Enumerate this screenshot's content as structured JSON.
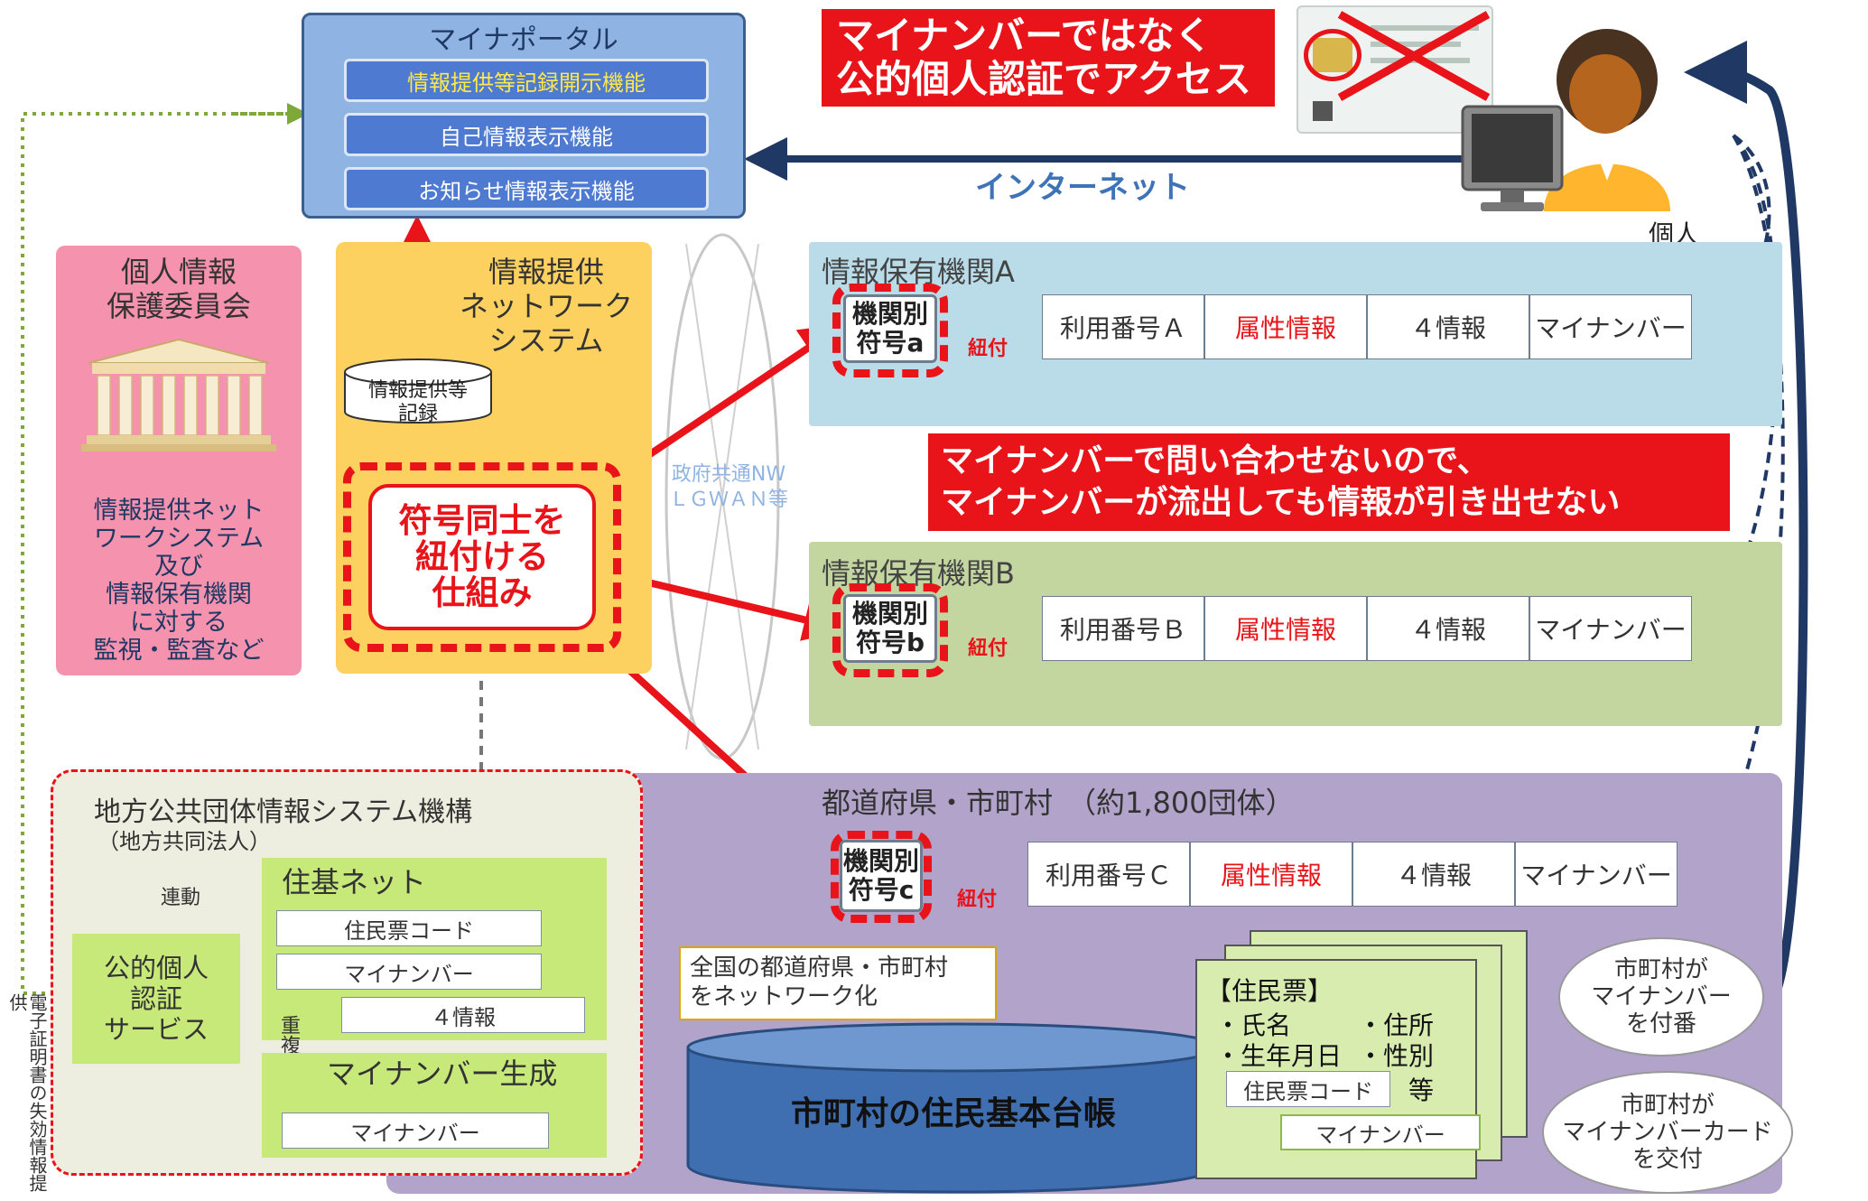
{
  "myna_portal": {
    "title": "マイナポータル",
    "features": [
      "情報提供等記録開示機能",
      "自己情報表示機能",
      "お知らせ情報表示機能"
    ]
  },
  "access_banner": {
    "line1": "マイナンバーではなく",
    "line2": "公的個人認証でアクセス"
  },
  "internet_label": "インターネット",
  "person_label": "個人",
  "ppc": {
    "title_line1": "個人情報",
    "title_line2": "保護委員会",
    "desc_lines": [
      "情報提供ネット",
      "ワークシステム",
      "及び",
      "情報保有機関",
      "に対する",
      "監視・監査など"
    ]
  },
  "info_network": {
    "title_lines": [
      "情報提供",
      "ネットワーク",
      "システム"
    ],
    "record_lines": [
      "情報提供等",
      "記録"
    ],
    "core_lines": [
      "符号同士を",
      "紐付ける",
      "仕組み"
    ]
  },
  "gov_network_lines": [
    "政府共通NW",
    "ＬＧＷＡＮ等"
  ],
  "holder_a": {
    "title": "情報保有機関A",
    "code_lines": [
      "機関別",
      "符号a"
    ],
    "link": "紐付",
    "cells": [
      "利用番号Ａ",
      "属性情報",
      "４情報",
      "マイナンバー"
    ]
  },
  "holder_b": {
    "title": "情報保有機関B",
    "code_lines": [
      "機関別",
      "符号b"
    ],
    "link": "紐付",
    "cells": [
      "利用番号Ｂ",
      "属性情報",
      "４情報",
      "マイナンバー"
    ]
  },
  "middle_banner": {
    "line1": "マイナンバーで問い合わせないので、",
    "line2": "マイナンバーが流出しても情報が引き出せない"
  },
  "municipal": {
    "title": "都道府県・市町村　（約1,800団体）",
    "code_lines": [
      "機関別",
      "符号c"
    ],
    "link": "紐付",
    "cells": [
      "利用番号Ｃ",
      "属性情報",
      "４情報",
      "マイナンバー"
    ]
  },
  "jlis": {
    "title": "地方公共団体情報システム機構",
    "subtitle": "（地方共同法人）",
    "linkage": "連動",
    "jpki_lines": [
      "公的個人",
      "認証",
      "サービス"
    ],
    "juki_title": "住基ネット",
    "juki_items": [
      "住民票コード",
      "マイナンバー",
      "４情報"
    ],
    "dedup": "重複調整",
    "gen_title": "マイナンバー生成",
    "gen_item": "マイナンバー"
  },
  "cert_revocation": "電子証明書の失効情報提供",
  "network_note_lines": [
    "全国の都道府県・市町村",
    "をネットワーク化"
  ],
  "registry": "市町村の住民基本台帳",
  "juminhyo": {
    "title": "【住民票】",
    "fields": [
      "・氏名",
      "・住所",
      "・生年月日",
      "・性別"
    ],
    "code": "住民票コード",
    "etc": "等",
    "mynumber": "マイナンバー"
  },
  "cloud1_lines": [
    "市町村が",
    "マイナンバー",
    "を付番"
  ],
  "cloud2_lines": [
    "市町村が",
    "マイナンバーカード",
    "を交付"
  ],
  "colors": {
    "portal": "#8fb4e3",
    "ppc": "#f592ad",
    "network": "#fdd15f",
    "holder_a": "#b9dce8",
    "holder_b": "#c4d6a0",
    "municipal": "#b2a3ca",
    "jlis": "#eeeee0",
    "juki": "#c7e97a",
    "accent_red": "#e8141a",
    "navy": "#1f3864"
  }
}
